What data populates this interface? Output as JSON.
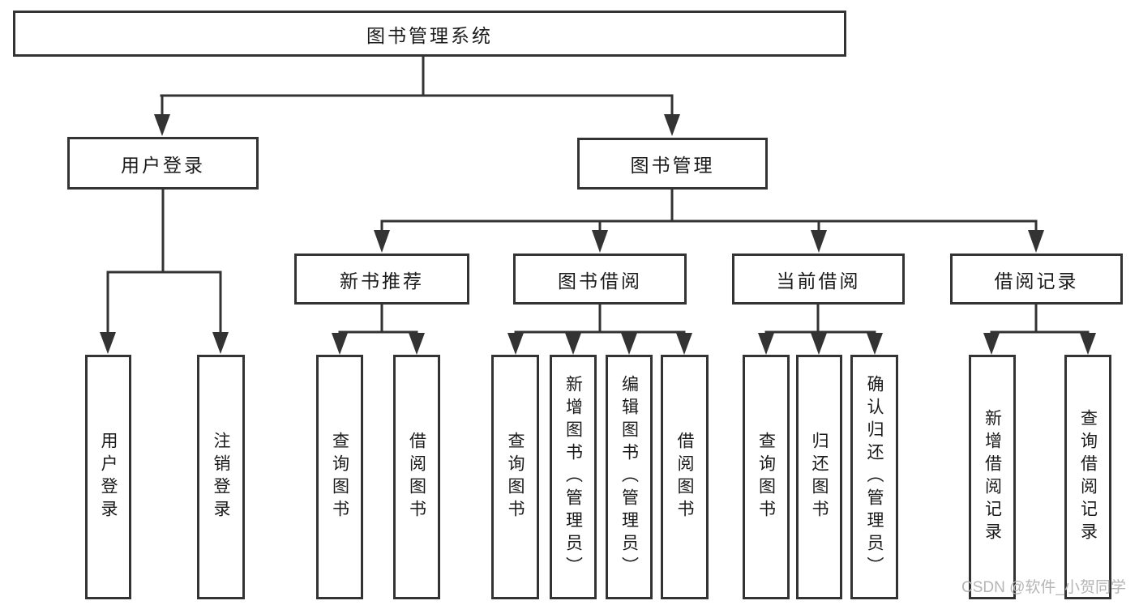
{
  "diagram": {
    "root": {
      "label": "图书管理系统"
    },
    "branches": [
      {
        "label": "用户登录",
        "children": [
          {
            "label": "用户登录"
          },
          {
            "label": "注销登录"
          }
        ]
      },
      {
        "label": "图书管理",
        "children": [
          {
            "label": "新书推荐",
            "children": [
              {
                "label": "查询图书"
              },
              {
                "label": "借阅图书"
              }
            ]
          },
          {
            "label": "图书借阅",
            "children": [
              {
                "label": "查询图书"
              },
              {
                "label": "新增图书（管理员）"
              },
              {
                "label": "编辑图书（管理员）"
              },
              {
                "label": "借阅图书"
              }
            ]
          },
          {
            "label": "当前借阅",
            "children": [
              {
                "label": "查询图书"
              },
              {
                "label": "归还图书"
              },
              {
                "label": "确认归还（管理员）"
              }
            ]
          },
          {
            "label": "借阅记录",
            "children": [
              {
                "label": "新增借阅记录"
              },
              {
                "label": "查询借阅记录"
              }
            ]
          }
        ]
      }
    ]
  },
  "watermark": {
    "text": "CSDN @软件_小贺同学"
  },
  "colors": {
    "line": "#333333",
    "box_border": "#333333",
    "text": "#1a1a1a",
    "watermark": "#b5b5b5",
    "background": "#ffffff"
  }
}
